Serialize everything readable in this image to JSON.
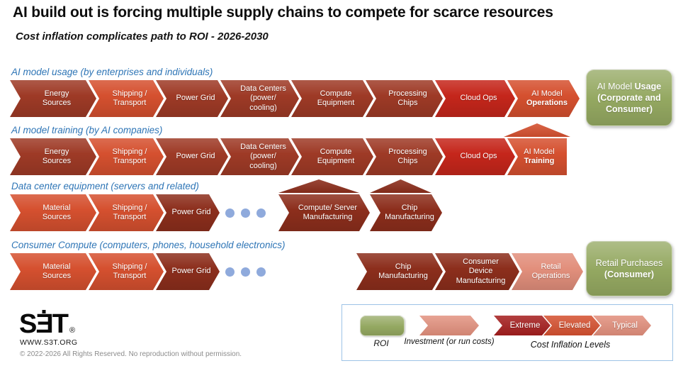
{
  "title": "AI build out is forcing multiple supply chains to compete for scarce resources",
  "subtitle": "Cost inflation complicates path to ROI - 2026-2030",
  "colors": {
    "brick": "#9E3A26",
    "maroon": "#8C2E1C",
    "bright_red": "#C5261B",
    "elevated": "#D5502F",
    "typical": "#E28F7C",
    "legend_extreme": "#A51D1D",
    "roi_green": "#94A861",
    "label_blue": "#2E75B6",
    "dots_blue": "#8FAADC",
    "legend_border": "#9DC3E6"
  },
  "chains": [
    {
      "label": "AI model usage (by enterprises and individuals)",
      "blocks": [
        {
          "text": "Energy\nSources",
          "level": "brick",
          "w": 122
        },
        {
          "text": "Shipping /\nTransport",
          "level": "elevated",
          "w": 106
        },
        {
          "text": "Power Grid",
          "level": "brick",
          "w": 102
        },
        {
          "text": "Data Centers\n(power/\ncooling)",
          "level": "brick",
          "w": 111
        },
        {
          "text": "Compute\nEquipment",
          "level": "brick",
          "w": 116
        },
        {
          "text": "Processing\nChips",
          "level": "brick",
          "w": 109
        },
        {
          "text": "Cloud Ops",
          "level": "bright_red",
          "w": 113
        },
        {
          "text": "AI Model\n**Operations**",
          "level": "elevated",
          "w": 102
        }
      ],
      "result_box": "AI Model **Usage (Corporate and Consumer)**"
    },
    {
      "label": "AI model training (by AI companies)",
      "blocks": [
        {
          "text": "Energy\nSources",
          "level": "brick",
          "w": 122
        },
        {
          "text": "Shipping /\nTransport",
          "level": "elevated",
          "w": 106
        },
        {
          "text": "Power Grid",
          "level": "brick",
          "w": 102
        },
        {
          "text": "Data Centers\n(power/\ncooling)",
          "level": "brick",
          "w": 111
        },
        {
          "text": "Compute\nEquipment",
          "level": "brick",
          "w": 116
        },
        {
          "text": "Processing\nChips",
          "level": "brick",
          "w": 109
        },
        {
          "text": "Cloud Ops",
          "level": "bright_red",
          "w": 113
        },
        {
          "text": "AI Model\n**Training**",
          "level": "elevated",
          "w": 84,
          "shape": "rect",
          "arrow_above": true
        }
      ]
    },
    {
      "label": "Data center equipment (servers and related)",
      "blocks": [
        {
          "text": "Material\nSources",
          "level": "elevated",
          "w": 122
        },
        {
          "text": "Shipping /\nTransport",
          "level": "elevated",
          "w": 106
        },
        {
          "text": "Power Grid",
          "level": "maroon",
          "w": 90
        },
        {
          "dots": true
        },
        {
          "text": "Compute/ Server\nManufacturing",
          "level": "maroon",
          "w": 129,
          "arrow_above": true
        },
        {
          "text": "Chip\nManufacturing",
          "level": "maroon",
          "w": 102,
          "arrow_above": true
        }
      ]
    },
    {
      "label": "Consumer Compute (computers, phones, household electronics)",
      "blocks": [
        {
          "text": "Material\nSources",
          "level": "elevated",
          "w": 122
        },
        {
          "text": "Shipping /\nTransport",
          "level": "elevated",
          "w": 106
        },
        {
          "text": "Power Grid",
          "level": "maroon",
          "w": 90
        },
        {
          "dots": true
        },
        {
          "text": "Chip\nManufacturing",
          "level": "maroon",
          "w": 122
        },
        {
          "text": "Consumer\nDevice\nManufacturing",
          "level": "maroon",
          "w": 119
        },
        {
          "text": "Retail\nOperations",
          "level": "typical",
          "w": 101
        }
      ],
      "result_box": "Retail Purchases **(Consumer)**"
    }
  ],
  "legend": {
    "roi_label": "ROI",
    "investment_label": "Investment (or run costs)",
    "levels_title": "Cost Inflation Levels",
    "levels": [
      {
        "label": "Extreme",
        "level": "legend_extreme"
      },
      {
        "label": "Elevated",
        "level": "elevated"
      },
      {
        "label": "Typical",
        "level": "typical"
      }
    ]
  },
  "footer": {
    "logo_s": "S",
    "logo_e": "Ǝ",
    "logo_t": "T",
    "logo_reg": "®",
    "website": "WWW.S3T.ORG",
    "copyright": "© 2022-2026 All Rights Reserved. No reproduction without permission."
  }
}
